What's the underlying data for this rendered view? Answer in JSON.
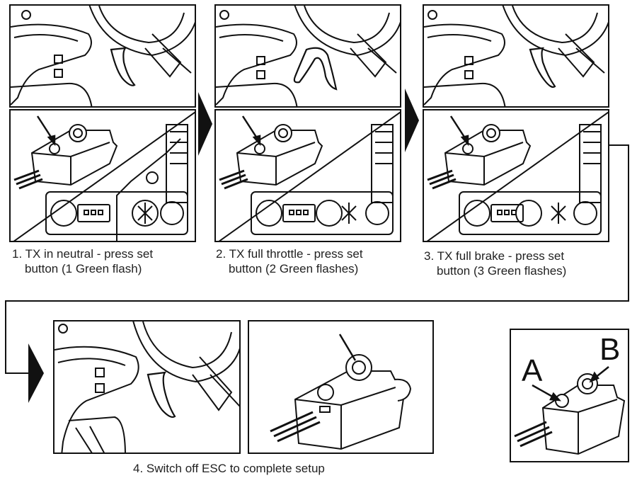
{
  "steps": [
    {
      "caption_line1": "1. TX in neutral - press set",
      "caption_line2": "button (1 Green flash)",
      "trigger": "neutral"
    },
    {
      "caption_line1": "2. TX full throttle - press set",
      "caption_line2": "button (2 Green flashes)",
      "trigger": "throttle"
    },
    {
      "caption_line1": "3. TX full brake - press set",
      "caption_line2": "button (3 Green flashes)",
      "trigger": "brake"
    }
  ],
  "final_step": {
    "caption": "4. Switch off ESC to complete setup"
  },
  "legend": {
    "label_a": "A",
    "label_b": "B"
  },
  "colors": {
    "line": "#111111",
    "background": "#ffffff"
  }
}
